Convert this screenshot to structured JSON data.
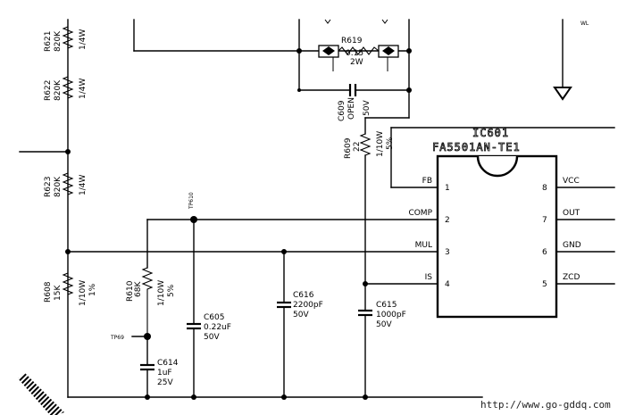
{
  "resistors": [
    {
      "ref": "R621",
      "value": "820K",
      "power": "1/4W"
    },
    {
      "ref": "R622",
      "value": "820K",
      "power": "1/4W"
    },
    {
      "ref": "R623",
      "value": "820K",
      "power": "1/4W"
    },
    {
      "ref": "R608",
      "value": "15K",
      "power": "1/10W",
      "tol": "1%"
    },
    {
      "ref": "R610",
      "value": "68K",
      "power": "1/10W",
      "tol": "5%"
    },
    {
      "ref": "R619",
      "value": "0.15",
      "power": "2W"
    },
    {
      "ref": "R609",
      "value": "22",
      "power": "1/10W",
      "tol": "5%"
    }
  ],
  "capacitors": [
    {
      "ref": "C609",
      "value": "OPEN",
      "voltage": "50V"
    },
    {
      "ref": "C605",
      "value": "0.22uF",
      "voltage": "50V"
    },
    {
      "ref": "C616",
      "value": "2200pF",
      "voltage": "50V"
    },
    {
      "ref": "C615",
      "value": "1000pF",
      "voltage": "50V"
    },
    {
      "ref": "C614",
      "value": "1uF",
      "voltage": "25V"
    }
  ],
  "test_points": [
    "TP610",
    "TP69"
  ],
  "ic": {
    "ref": "IC601",
    "part": "FA5501AN-TE1",
    "pins_left": [
      {
        "num": "1",
        "name": "FB"
      },
      {
        "num": "2",
        "name": "COMP"
      },
      {
        "num": "3",
        "name": "MUL"
      },
      {
        "num": "4",
        "name": "IS"
      }
    ],
    "pins_right": [
      {
        "num": "8",
        "name": "VCC"
      },
      {
        "num": "7",
        "name": "OUT"
      },
      {
        "num": "6",
        "name": "GND"
      },
      {
        "num": "5",
        "name": "ZCD"
      }
    ]
  },
  "corner_label": "WL",
  "watermark": "http://www.go-gddq.com"
}
